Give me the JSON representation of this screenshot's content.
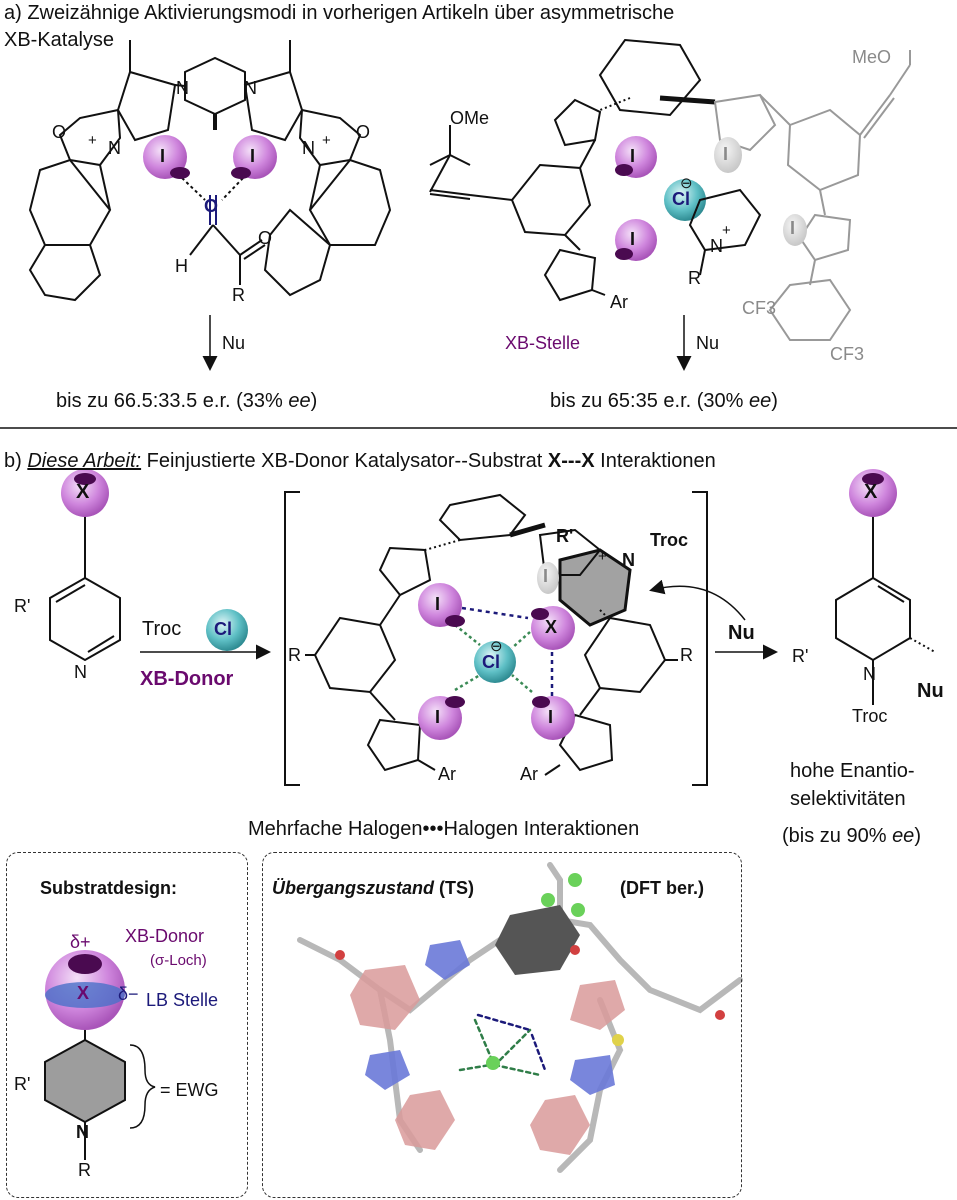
{
  "section_a": {
    "header": "a) Zweizähnige Aktivierungsmodi in vorherigen Artikeln über asymmetrische",
    "header_line2": "XB-Katalyse",
    "left_result": "bis zu 66.5:33.5 e.r. (33% ",
    "right_result": "bis zu 65:35 e.r. (30% ",
    "ee": "ee",
    "close_paren": ")",
    "nu": "Nu",
    "xb_stelle": "XB-Stelle",
    "labels": {
      "o_ring": "O",
      "plus": "+",
      "n": "N",
      "i": "I",
      "o": "O",
      "h": "H",
      "r": "R",
      "ome": "OMe",
      "meo": "MeO",
      "cl": "Cl",
      "minus": "⊖",
      "ar": "Ar",
      "cf3": "CF3"
    }
  },
  "section_b": {
    "header_prefix": "b) ",
    "header_italic": "Diese Arbeit:",
    "header_rest": " Feinjustierte XB-Donor Katalysator--Substrat ",
    "header_bold": "X---X",
    "header_end": " Interaktionen",
    "troc_cl": "Troc",
    "cl": "Cl",
    "xb_donor": "XB-Donor",
    "nu": "Nu",
    "troc": "Troc",
    "r_prime": "R'",
    "x": "X",
    "r": "R",
    "ar": "Ar",
    "interactions": "Mehrfache Halogen•••Halogen Interaktionen",
    "selectivity_line1": "hohe Enantio-",
    "selectivity_line2": "selektivitäten",
    "selectivity_line3": "(bis zu 90% ",
    "selectivity_ee": "ee",
    "selectivity_close": ")"
  },
  "substrate_design": {
    "title": "Substratdesign:",
    "delta_plus": "δ+",
    "delta_minus": "δ−",
    "xb_donor": "XB-Donor",
    "sigma_hole": "(σ-Loch)",
    "lb_stelle": "LB Stelle",
    "x": "X",
    "ewg": "= EWG",
    "r_prime": "R'",
    "n": "N",
    "r": "R"
  },
  "transition_state": {
    "title_italic": "Übergangszustand",
    "title_rest": " (TS)",
    "dft": "(DFT ber.)"
  },
  "colors": {
    "halogen_purple": "#c978d8",
    "sigma_hole": "#4a0a50",
    "chloride_teal": "#3aa8b0",
    "navy": "#1c1a7a",
    "lb_blue": "#4a70c8",
    "grey_fragment": "#9a9a9a"
  }
}
